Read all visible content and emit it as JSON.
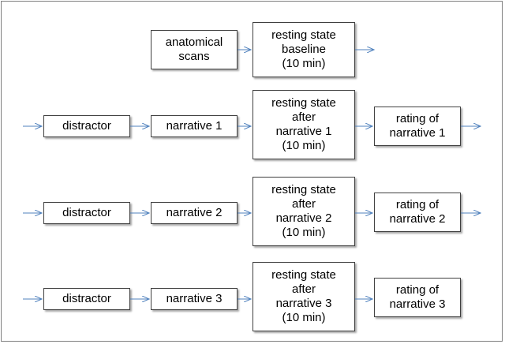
{
  "diagram": {
    "accent_color": "#4f81bd",
    "top": {
      "anatomical": "anatomical\nscans",
      "baseline": "resting state\nbaseline\n(10 min)"
    },
    "rows": [
      {
        "distractor": "distractor",
        "narrative": "narrative 1",
        "resting": "resting state\nafter\nnarrative 1\n(10 min)",
        "rating": "rating of\nnarrative 1"
      },
      {
        "distractor": "distractor",
        "narrative": "narrative 2",
        "resting": "resting state\nafter\nnarrative 2\n(10 min)",
        "rating": "rating of\nnarrative 2"
      },
      {
        "distractor": "distractor",
        "narrative": "narrative 3",
        "resting": "resting state\nafter\nnarrative 3\n(10 min)",
        "rating": "rating of\nnarrative 3"
      }
    ]
  }
}
